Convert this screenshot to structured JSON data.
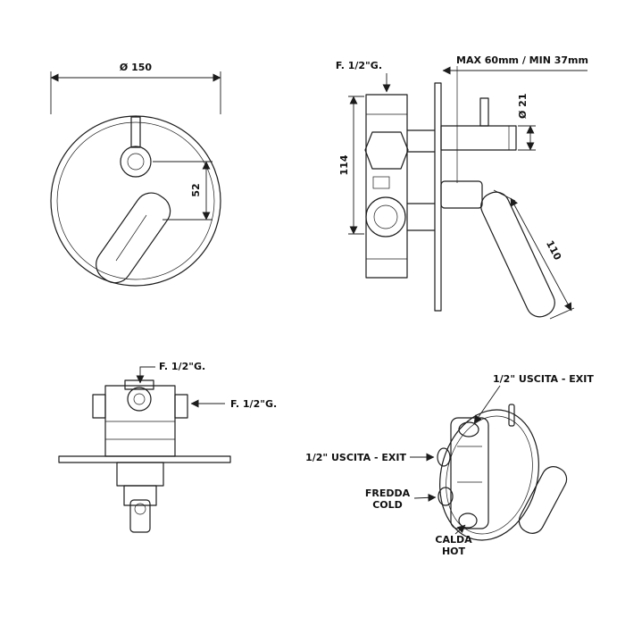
{
  "page": {
    "background": "#ffffff",
    "line_color": "#1c1c1c"
  },
  "front_view": {
    "diameter": "Ø 150",
    "handle_offset": "52"
  },
  "side_view": {
    "inlet_thread": "F. 1/2\"G.",
    "depth_range": "MAX 60mm / MIN 37mm",
    "spout_diameter": "Ø 21",
    "body_height": "114",
    "handle_length": "110"
  },
  "top_view": {
    "top_port_thread": "F. 1/2\"G.",
    "side_port_thread": "F. 1/2\"G."
  },
  "perspective_view": {
    "outlet_top": "1/2\" USCITA - EXIT",
    "outlet_left": "1/2\" USCITA - EXIT",
    "cold_it": "FREDDA",
    "cold_en": "COLD",
    "hot_it": "CALDA",
    "hot_en": "HOT"
  }
}
